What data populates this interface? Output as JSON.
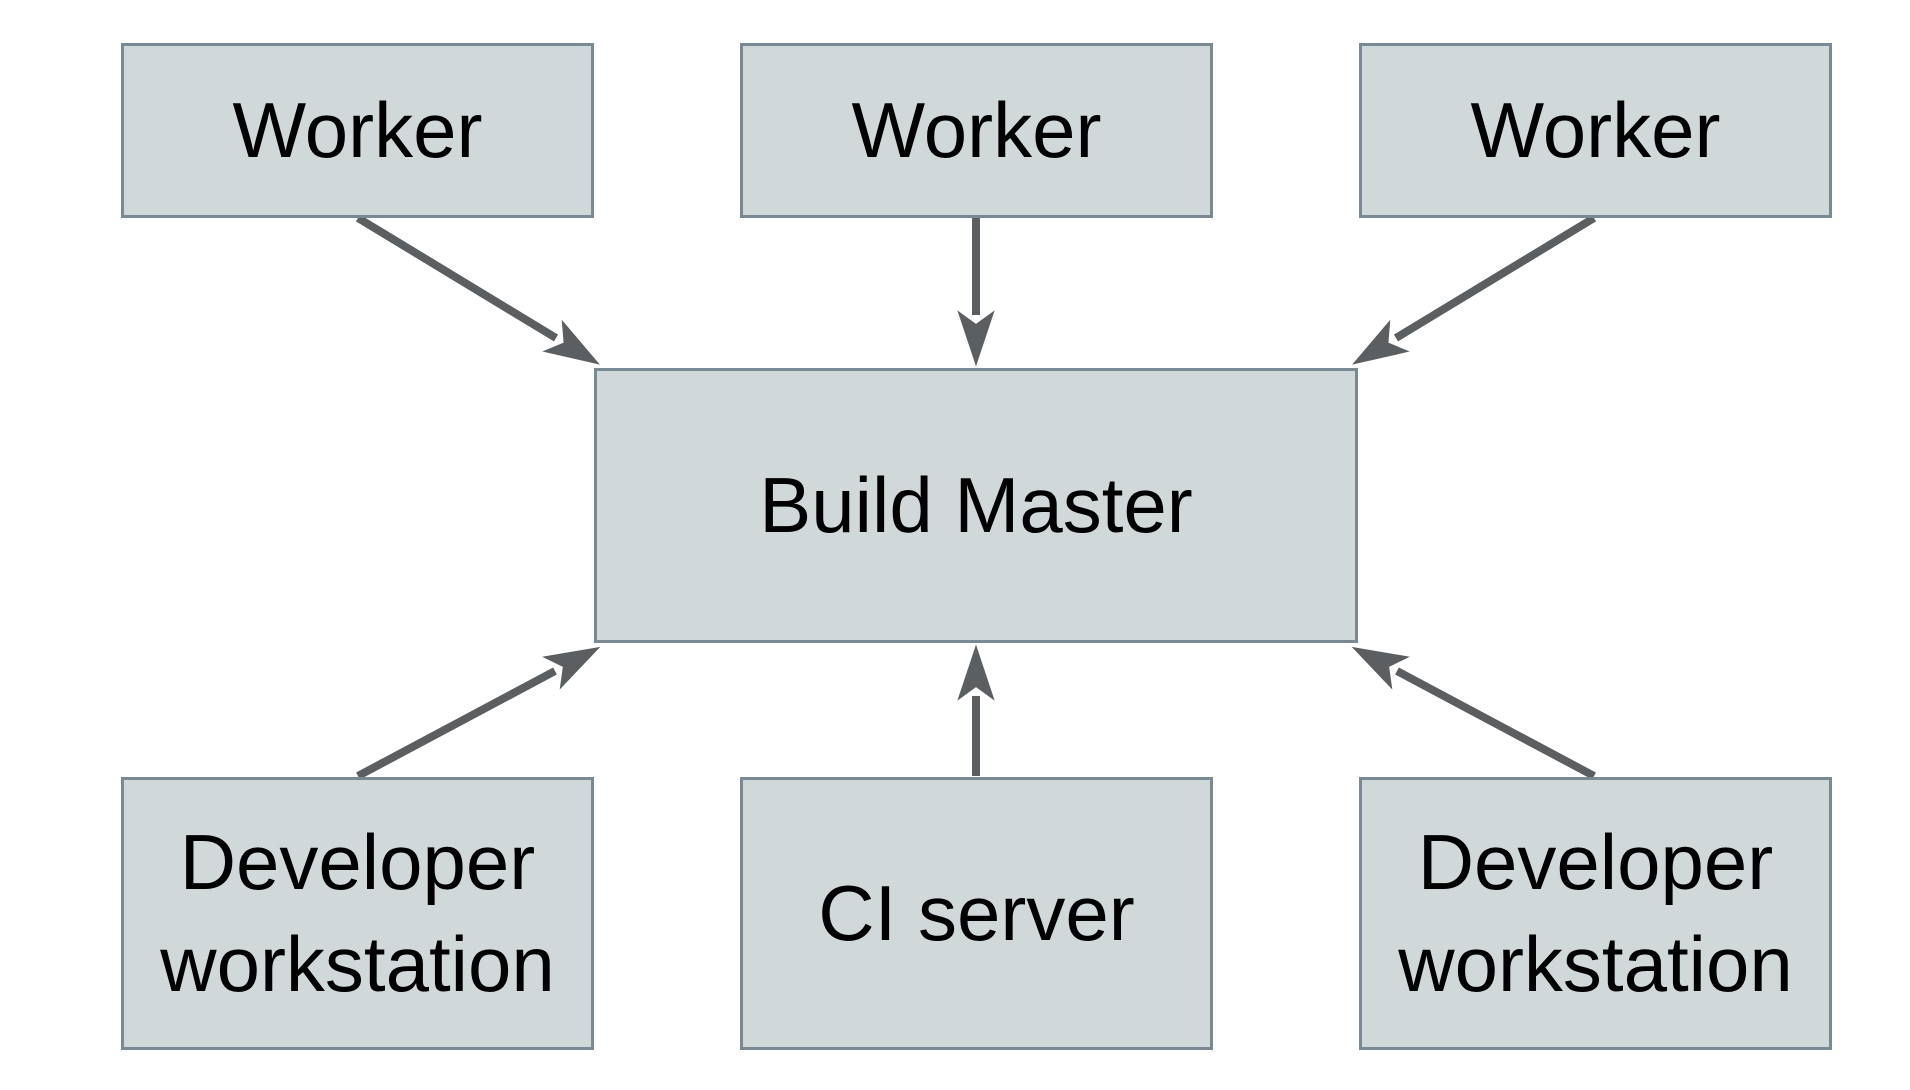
{
  "diagram": {
    "type": "architecture-diagram",
    "nodes": {
      "worker1": {
        "label": "Worker"
      },
      "worker2": {
        "label": "Worker"
      },
      "worker3": {
        "label": "Worker"
      },
      "build_master": {
        "label": "Build Master"
      },
      "dev_left": {
        "label": "Developer workstation"
      },
      "ci_server": {
        "label": "CI server"
      },
      "dev_right": {
        "label": "Developer workstation"
      }
    },
    "edges": [
      {
        "from": "worker1",
        "to": "build_master",
        "direction": "down-right"
      },
      {
        "from": "worker2",
        "to": "build_master",
        "direction": "down"
      },
      {
        "from": "worker3",
        "to": "build_master",
        "direction": "down-left"
      },
      {
        "from": "dev_left",
        "to": "build_master",
        "direction": "up-right"
      },
      {
        "from": "ci_server",
        "to": "build_master",
        "direction": "up"
      },
      {
        "from": "dev_right",
        "to": "build_master",
        "direction": "up-left"
      }
    ],
    "colors": {
      "background": "#ffffff",
      "node_fill": "#d1d8da",
      "node_border": "#7a8a94",
      "arrow": "#5b5f61",
      "text": "#000000"
    }
  }
}
